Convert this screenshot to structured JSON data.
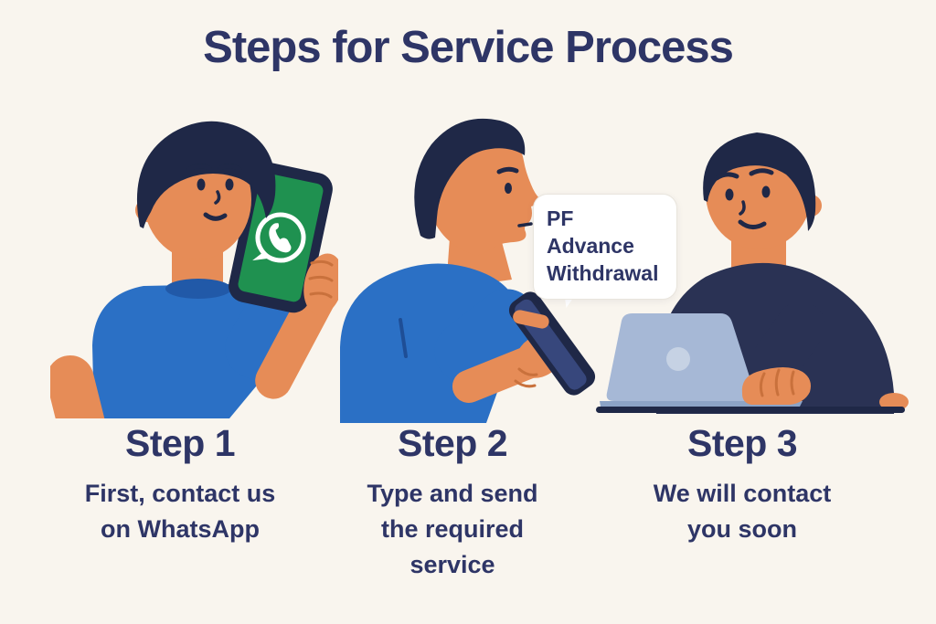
{
  "title": "Steps for Service Process",
  "speech_bubble": {
    "lines": [
      "PF Advance",
      "Withdrawal"
    ]
  },
  "steps": [
    {
      "label": "Step 1",
      "description_lines": [
        "First, contact us",
        "on WhatsApp"
      ]
    },
    {
      "label": "Step 2",
      "description_lines": [
        "Type and send",
        "the required",
        "service"
      ]
    },
    {
      "label": "Step 3",
      "description_lines": [
        "We will contact",
        "you soon"
      ]
    }
  ],
  "illustrations": [
    {
      "name": "man-showing-phone-with-whatsapp-logo"
    },
    {
      "name": "man-typing-on-smartphone"
    },
    {
      "name": "man-working-on-laptop"
    }
  ],
  "colors": {
    "background": "#F9F5EE",
    "text_navy": "#2E3566",
    "hair_navy": "#1F2847",
    "sweater_navy": "#2A3254",
    "shirt_blue": "#2B70C5",
    "skin": "#E68C57",
    "skin_shadow": "#C9713C",
    "whatsapp_green": "#1F9150",
    "phone_screen_navy": "#37477C",
    "laptop": "#A6B8D6",
    "laptop_dark": "#8CA3C6",
    "laptop_logo": "#C6D2E4",
    "bubble_bg": "#FFFFFF",
    "bubble_border": "#E9E5DD"
  }
}
